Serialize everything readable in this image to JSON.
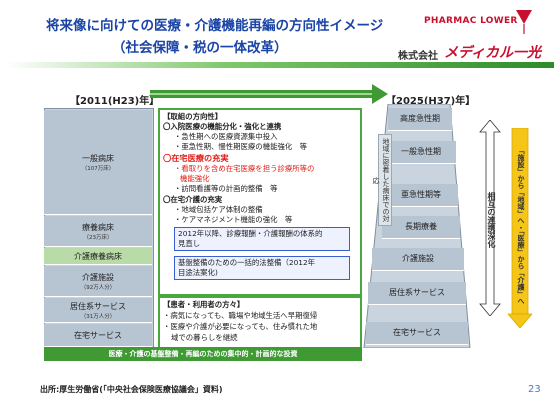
{
  "title": {
    "line1": "将来像に向けての医療・介護機能再編の方向性イメージ",
    "line2": "（社会保障・税の一体改革）"
  },
  "brand": {
    "logo_text": "PHARMAC LOWER",
    "company_prefix": "株式会社",
    "company_name": "メディカル一光"
  },
  "years": {
    "left": "【2011(H23)年】",
    "right": "【2025(H37)年】"
  },
  "left_column": [
    {
      "label": "一般病床",
      "sub": "（107万床）"
    },
    {
      "label": "療養病床",
      "sub": "（23万床）"
    },
    {
      "label": "介護療養病床",
      "sub": ""
    },
    {
      "label": "介護施設",
      "sub": "（92万人分）"
    },
    {
      "label": "居住系サービス",
      "sub": "（31万人分）"
    },
    {
      "label": "在宅サービス",
      "sub": ""
    }
  ],
  "center": {
    "heading": "【取組の方向性】",
    "s1": "〇入院医療の機能分化・強化と連携",
    "s1a": "・急性期への医療資源集中投入",
    "s1b": "・亜急性期、慢性期医療の機能強化　等",
    "s2": "〇在宅医療の充実",
    "s2a": "・看取りを含め在宅医療を担う診療所等の",
    "s2a2": "機能強化",
    "s2b": "・訪問看護等の計画的整備　等",
    "s3": "〇在宅介護の充実",
    "s3a": "・地域包括ケア体制の整備",
    "s3b": "・ケアマネジメント機能の強化　等",
    "box1_l1": "2012年以降、診療報酬・介護報酬の体系的",
    "box1_l2": "見直し",
    "box2_l1": "基盤整備のための一括的法整備（2012年",
    "box2_l2": "目途法案化)"
  },
  "patient": {
    "heading": "【患者・利用者の方々】",
    "p1": "・病気になっても、職場や地域生活へ早期復帰",
    "p2": "・医療や介護が必要になっても、住み慣れた地",
    "p3": "域での暮らしを継続"
  },
  "bottom_bar": "医療・介護の基盤整備・再編のための集中的・計画的な投資",
  "right_column": {
    "items": [
      "高度急性期",
      "一般急性期",
      "亜急性期等",
      "長期療養",
      "介護施設",
      "居住系サービス",
      "在宅サービス"
    ],
    "vertical_note": "地域に密着した病床での対応",
    "vertical_middle": "相互の連携深化",
    "vertical_right": "「施設」から「地域」へ・「医療」から「介護」へ"
  },
  "footer": "出所:厚生労働省(「中央社会保険医療協議会」資料)",
  "page_number": "23",
  "colors": {
    "title": "#1a44a6",
    "green": "#3f9a34",
    "red": "#e0201a",
    "box": "#b7c4d1",
    "arrow": "#f5c518"
  }
}
